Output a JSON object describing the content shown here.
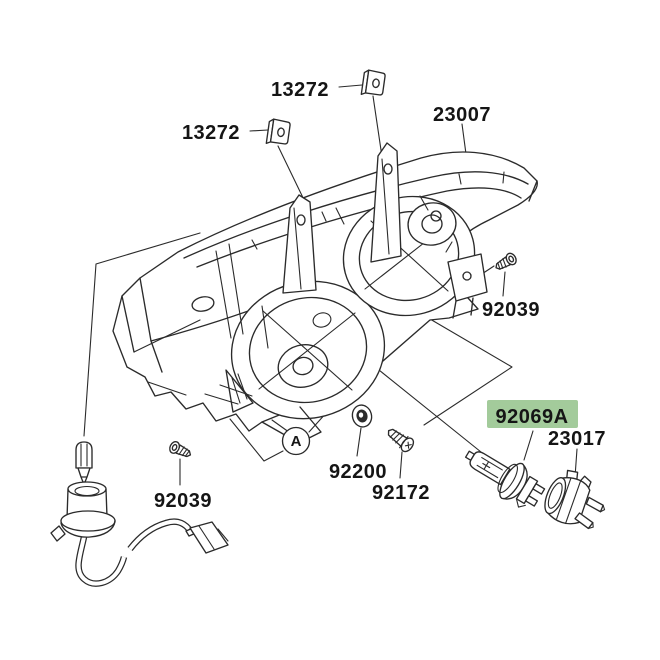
{
  "diagram": {
    "type": "exploded-parts-diagram",
    "subject": "headlight-assembly",
    "background_color": "#ffffff",
    "line_color": "#2b2b2b",
    "highlight_color": "#a3cb9b",
    "highlighted_part": "92069A",
    "labels": [
      {
        "id": "clip-top",
        "text": "13272",
        "highlighted": false
      },
      {
        "id": "clip-left",
        "text": "13272",
        "highlighted": false
      },
      {
        "id": "headlamp-unit",
        "text": "23007",
        "highlighted": false
      },
      {
        "id": "screw-upper-right",
        "text": "92039",
        "highlighted": false
      },
      {
        "id": "halogen-bulb",
        "text": "92069A",
        "highlighted": true
      },
      {
        "id": "bulb-socket",
        "text": "23017",
        "highlighted": false
      },
      {
        "id": "damper-washer",
        "text": "92200",
        "highlighted": false
      },
      {
        "id": "pan-screw",
        "text": "92172",
        "highlighted": false
      },
      {
        "id": "screw-lower-left",
        "text": "92039",
        "highlighted": false
      },
      {
        "id": "detail-marker",
        "text": "A",
        "highlighted": false
      }
    ],
    "icons": [
      "mounting-clip-icon",
      "screw-icon",
      "pan-screw-icon",
      "washer-icon",
      "halogen-bulb-icon",
      "bulb-socket-icon",
      "wedge-bulb-icon",
      "socket-wire-icon"
    ]
  }
}
